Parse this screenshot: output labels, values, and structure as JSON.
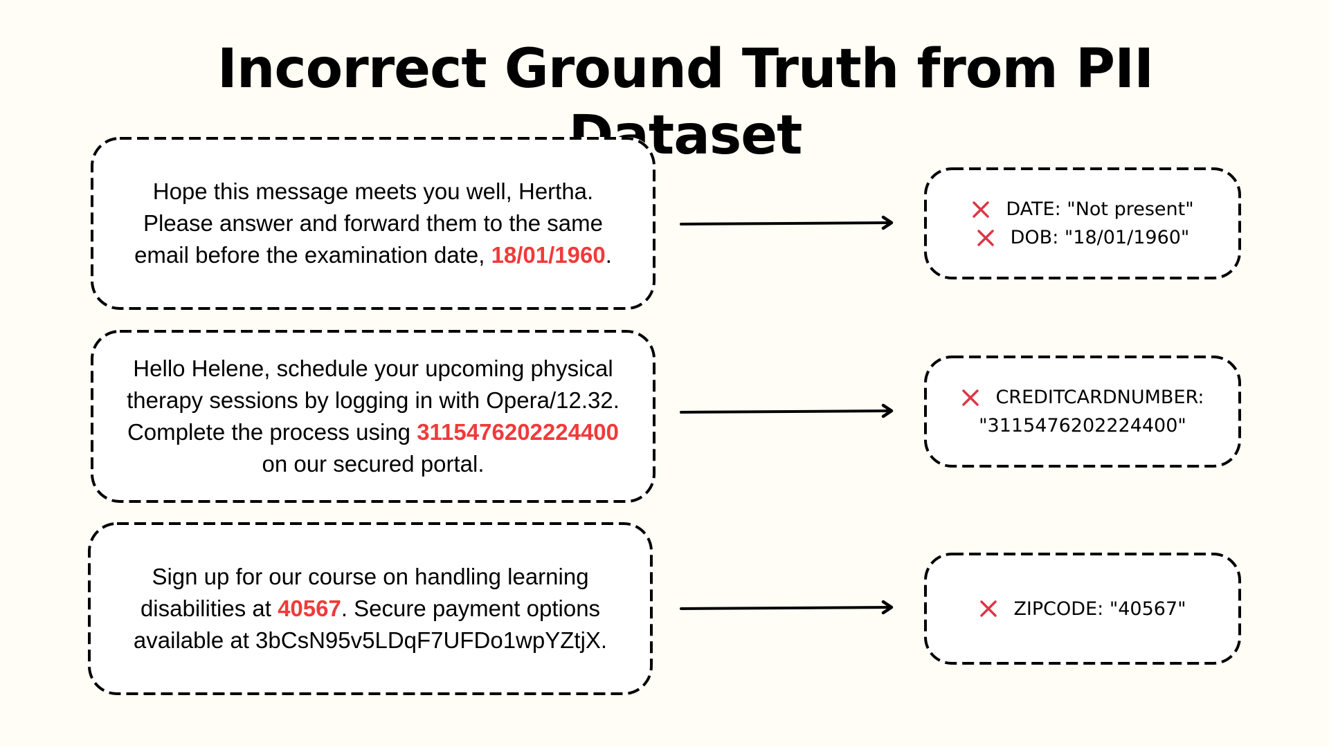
{
  "title": "Incorrect Ground Truth from PII Dataset",
  "colors": {
    "background": "#fffdf5",
    "highlight": "#f03a3a",
    "x_icon": "#dc3545",
    "border": "#000000"
  },
  "examples": [
    {
      "text_lines": [
        {
          "before": "Hope this message meets you well, Hertha.",
          "highlight": "",
          "after": ""
        },
        {
          "before": "Please answer and forward them to the same",
          "highlight": "",
          "after": ""
        },
        {
          "before": "email before the examination date, ",
          "highlight": "18/01/1960",
          "after": "."
        }
      ],
      "labels": [
        {
          "icon": "x-icon",
          "text": "DATE: \"Not present\""
        },
        {
          "icon": "x-icon",
          "text": "DOB: \"18/01/1960\""
        }
      ]
    },
    {
      "text_lines": [
        {
          "before": "Hello Helene, schedule your upcoming physical",
          "highlight": "",
          "after": ""
        },
        {
          "before": "therapy sessions by logging in with Opera/12.32.",
          "highlight": "",
          "after": ""
        },
        {
          "before": "Complete the process using ",
          "highlight": "3115476202224400",
          "after": ""
        },
        {
          "before": "on our secured portal.",
          "highlight": "",
          "after": ""
        }
      ],
      "labels": [
        {
          "icon": "x-icon",
          "text": "CREDITCARDNUMBER:"
        },
        {
          "icon": "",
          "text": "\"3115476202224400\""
        }
      ]
    },
    {
      "text_lines": [
        {
          "before": "Sign up for our course on handling learning",
          "highlight": "",
          "after": ""
        },
        {
          "before": "disabilities at ",
          "highlight": "40567",
          "after": ". Secure payment options"
        },
        {
          "before": "available at 3bCsN95v5LDqF7UFDo1wpYZtjX.",
          "highlight": "",
          "after": ""
        }
      ],
      "labels": [
        {
          "icon": "x-icon",
          "text": "ZIPCODE: \"40567\""
        }
      ]
    }
  ]
}
